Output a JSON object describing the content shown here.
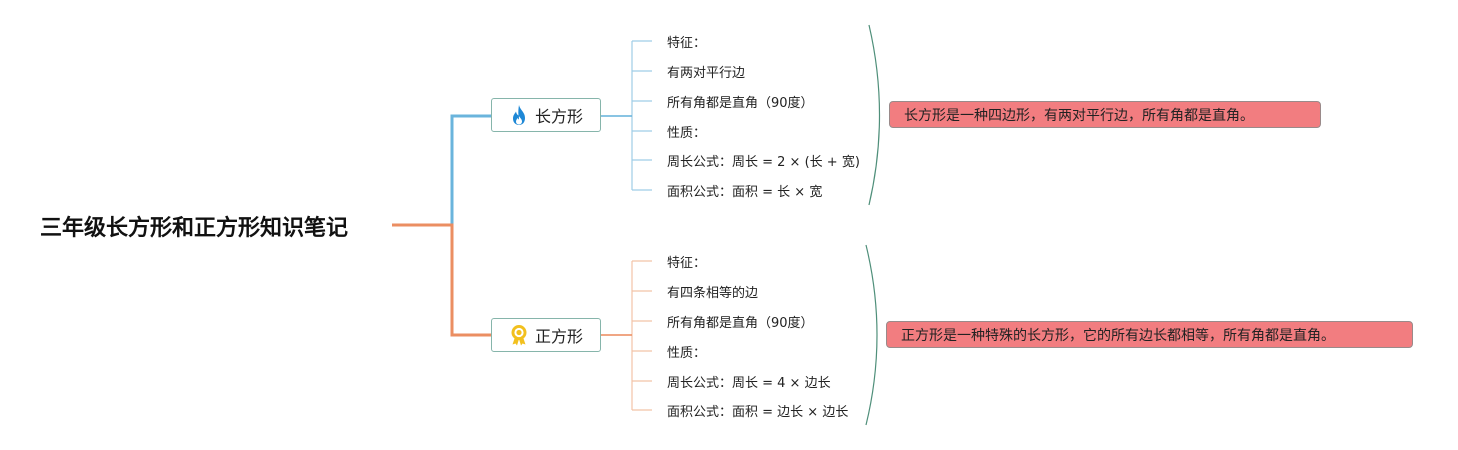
{
  "root": {
    "title": "三年级长方形和正方形知识笔记"
  },
  "branches": [
    {
      "label": "长方形",
      "icon": "flame-icon",
      "color": "#6ab4dc",
      "leaves": [
        "特征：",
        "有两对平行边",
        "所有角都是直角（90度）",
        "性质：",
        "周长公式：周长 = 2 × (长 + 宽)",
        "面积公式：面积 = 长 × 宽"
      ],
      "summary": "长方形是一种四边形，有两对平行边，所有角都是直角。"
    },
    {
      "label": "正方形",
      "icon": "award-badge-icon",
      "color": "#eb8e62",
      "leaves": [
        "特征：",
        "有四条相等的边",
        "所有角都是直角（90度）",
        "性质：",
        "周长公式：周长 = 4 × 边长",
        "面积公式：面积 = 边长 × 边长"
      ],
      "summary": "正方形是一种特殊的长方形，它的所有边长都相等，所有角都是直角。"
    }
  ],
  "colors": {
    "summary_fill": "#f27d80",
    "node_border": "#86b5ab",
    "bracket": "#4f8f7a"
  }
}
